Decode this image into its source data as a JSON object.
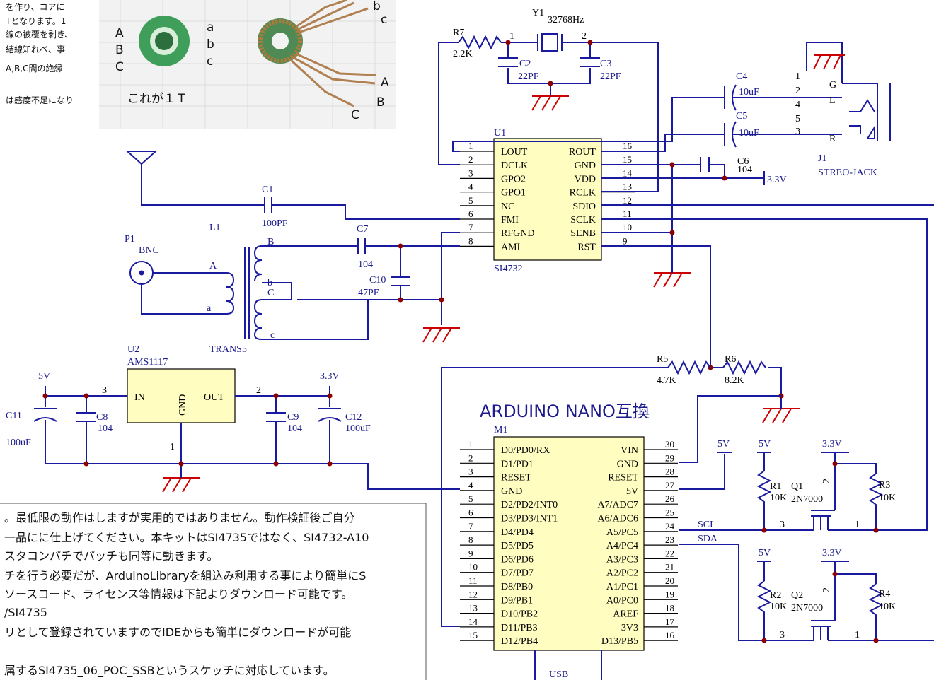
{
  "top_note": {
    "lines": [
      "を作り、コアに",
      "Tとなります。1",
      "線の被覆を剥き、",
      "結線知れべ、事",
      "A,B,C間の絶縁",
      "",
      "は感度不足になり"
    ]
  },
  "photo": {
    "left_labels": [
      "A",
      "B",
      "C"
    ],
    "right_labels": [
      "a",
      "b",
      "c"
    ],
    "caption": "これが１Ｔ",
    "right_top_labels": [
      "b",
      "c"
    ],
    "right_bottom_labels": [
      "A",
      "B",
      "C"
    ]
  },
  "crystal": {
    "ref": "Y1",
    "value": "32768Hz",
    "pin1": "1",
    "pin2": "2"
  },
  "r7": {
    "ref": "R7",
    "value": "2.2K"
  },
  "c2": {
    "ref": "C2",
    "value": "22PF"
  },
  "c3": {
    "ref": "C3",
    "value": "22PF"
  },
  "c4": {
    "ref": "C4",
    "value": "10uF"
  },
  "c5": {
    "ref": "C5",
    "value": "10uF"
  },
  "c6": {
    "ref": "C6",
    "value": "104"
  },
  "jack": {
    "ref": "J1",
    "value": "STREO-JACK",
    "pins": [
      "1",
      "2",
      "4",
      "5",
      "3"
    ],
    "labels": [
      "G",
      "L",
      "R"
    ]
  },
  "u1": {
    "ref": "U1",
    "part": "SI4732",
    "left_pins": [
      {
        "num": "1",
        "name": "LOUT"
      },
      {
        "num": "2",
        "name": "DCLK"
      },
      {
        "num": "3",
        "name": "GPO2"
      },
      {
        "num": "4",
        "name": "GPO1"
      },
      {
        "num": "5",
        "name": "NC"
      },
      {
        "num": "6",
        "name": "FMI"
      },
      {
        "num": "7",
        "name": "RFGND"
      },
      {
        "num": "8",
        "name": "AMI"
      }
    ],
    "right_pins": [
      {
        "num": "16",
        "name": "ROUT"
      },
      {
        "num": "15",
        "name": "GND"
      },
      {
        "num": "14",
        "name": "VDD"
      },
      {
        "num": "13",
        "name": "RCLK"
      },
      {
        "num": "12",
        "name": "SDIO"
      },
      {
        "num": "11",
        "name": "SCLK"
      },
      {
        "num": "10",
        "name": "SENB"
      },
      {
        "num": "9",
        "name": "RST"
      }
    ]
  },
  "v33_top": "3.3V",
  "c1": {
    "ref": "C1",
    "value": "100PF"
  },
  "c7": {
    "ref": "C7",
    "value": "104"
  },
  "c10": {
    "ref": "C10",
    "value": "47PF"
  },
  "l1": {
    "ref": "L1",
    "part": "TRANS5",
    "taps": [
      "B",
      "b",
      "C",
      "c"
    ]
  },
  "p1": {
    "ref": "P1",
    "part": "BNC",
    "taps": [
      "A",
      "a"
    ]
  },
  "u2": {
    "ref": "U2",
    "part": "AMS1117",
    "in": "IN",
    "gnd": "GND",
    "out": "OUT",
    "pin_in": "3",
    "pin_out": "2",
    "pin_gnd": "1"
  },
  "c8": {
    "ref": "C8",
    "value": "104"
  },
  "c9": {
    "ref": "C9",
    "value": "104"
  },
  "c11": {
    "ref": "C11",
    "value": "100uF"
  },
  "c12": {
    "ref": "C12",
    "value": "100uF"
  },
  "v5_reg": "5V",
  "v33_reg": "3.3V",
  "r5": {
    "ref": "R5",
    "value": "4.7K"
  },
  "r6": {
    "ref": "R6",
    "value": "8.2K"
  },
  "arduino_title": "ARDUINO NANO互換",
  "m1": {
    "ref": "M1",
    "usb": "USB",
    "left_pins": [
      {
        "num": "1",
        "name": "D0/PD0/RX"
      },
      {
        "num": "2",
        "name": "D1/PD1"
      },
      {
        "num": "3",
        "name": "RESET"
      },
      {
        "num": "4",
        "name": "GND"
      },
      {
        "num": "5",
        "name": "D2/PD2/INT0"
      },
      {
        "num": "6",
        "name": "D3/PD3/INT1"
      },
      {
        "num": "7",
        "name": "D4/PD4"
      },
      {
        "num": "8",
        "name": "D5/PD5"
      },
      {
        "num": "9",
        "name": "D6/PD6"
      },
      {
        "num": "10",
        "name": "D7/PD7"
      },
      {
        "num": "11",
        "name": "D8/PB0"
      },
      {
        "num": "12",
        "name": "D9/PB1"
      },
      {
        "num": "13",
        "name": "D10/PB2"
      },
      {
        "num": "14",
        "name": "D11/PB3"
      },
      {
        "num": "15",
        "name": "D12/PB4"
      }
    ],
    "right_pins": [
      {
        "num": "30",
        "name": "VIN"
      },
      {
        "num": "29",
        "name": "GND"
      },
      {
        "num": "28",
        "name": "RESET"
      },
      {
        "num": "27",
        "name": "5V"
      },
      {
        "num": "26",
        "name": "A7/ADC7"
      },
      {
        "num": "25",
        "name": "A6/ADC6"
      },
      {
        "num": "24",
        "name": "A5/PC5"
      },
      {
        "num": "23",
        "name": "A4/PC4"
      },
      {
        "num": "22",
        "name": "A3/PC3"
      },
      {
        "num": "21",
        "name": "A2/PC2"
      },
      {
        "num": "20",
        "name": "A1/PC1"
      },
      {
        "num": "19",
        "name": "A0/PC0"
      },
      {
        "num": "18",
        "name": "AREF"
      },
      {
        "num": "17",
        "name": "3V3"
      },
      {
        "num": "16",
        "name": "D13/PB5"
      }
    ]
  },
  "level_shift": {
    "scl": "SCL",
    "sda": "SDA",
    "v5": "5V",
    "v33": "3.3V",
    "r1": {
      "ref": "R1",
      "value": "10K"
    },
    "r2": {
      "ref": "R2",
      "value": "10K"
    },
    "r3": {
      "ref": "R3",
      "value": "10K"
    },
    "r4": {
      "ref": "R4",
      "value": "10K"
    },
    "q1": {
      "ref": "Q1",
      "part": "2N7000"
    },
    "q2": {
      "ref": "Q2",
      "part": "2N7000"
    },
    "pin1": "1",
    "pin2": "2",
    "pin3": "3"
  },
  "bottom_note": {
    "lines": [
      "。最低限の動作はしますが実用的ではありません。動作検証後ご自分",
      "一品にに仕上げてください。本キットはSI4735ではなく、SI4732-A10",
      "スタコンパチでパッチも同等に動きます。",
      "チを行う必要だが、ArduinoLibraryを組込み利用する事により簡単にS",
      "ソースコード、ライセンス等情報は下記よりダウンロード可能です。",
      "/SI4735",
      "リとして登録されていますのでIDEからも簡単にダウンロードが可能",
      "",
      "属するSI4735_06_POC_SSBというスケッチに対応しています。"
    ]
  }
}
